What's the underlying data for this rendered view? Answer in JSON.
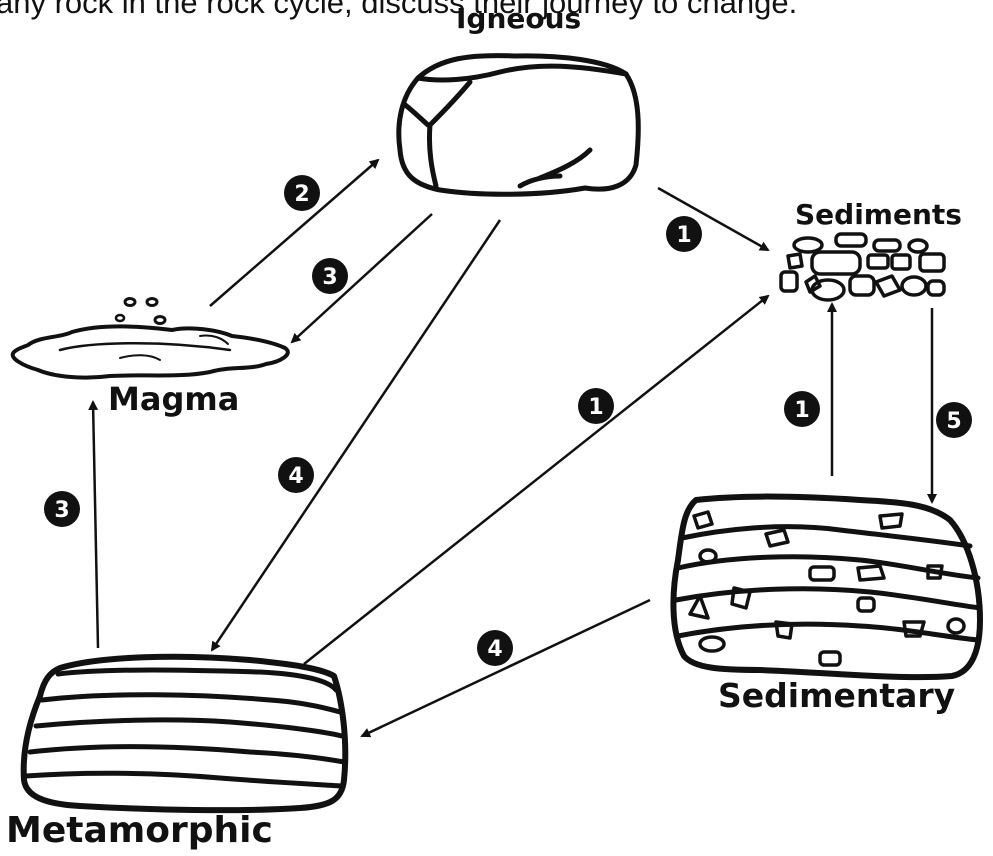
{
  "instruction_text": "any rock in the rock cycle, discuss their journey to change.",
  "nodes": {
    "igneous": "Igneous",
    "sediments": "Sediments",
    "magma": "Magma",
    "sedimentary": "Sedimentary",
    "metamorphic": "Metamorphic"
  },
  "steps": [
    {
      "number": "1",
      "from": "Igneous",
      "to": "Sediments"
    },
    {
      "number": "2",
      "from": "Magma",
      "to": "Igneous"
    },
    {
      "number": "3",
      "from": "Igneous",
      "to": "Magma"
    },
    {
      "number": "1",
      "from": "Metamorphic",
      "to": "Sediments"
    },
    {
      "number": "1",
      "from": "Sedimentary",
      "to": "Sediments"
    },
    {
      "number": "5",
      "from": "Sediments",
      "to": "Sedimentary"
    },
    {
      "number": "4",
      "from": "Igneous",
      "to": "Metamorphic"
    },
    {
      "number": "3",
      "from": "Metamorphic",
      "to": "Magma"
    },
    {
      "number": "4",
      "from": "Sedimentary",
      "to": "Metamorphic"
    }
  ]
}
